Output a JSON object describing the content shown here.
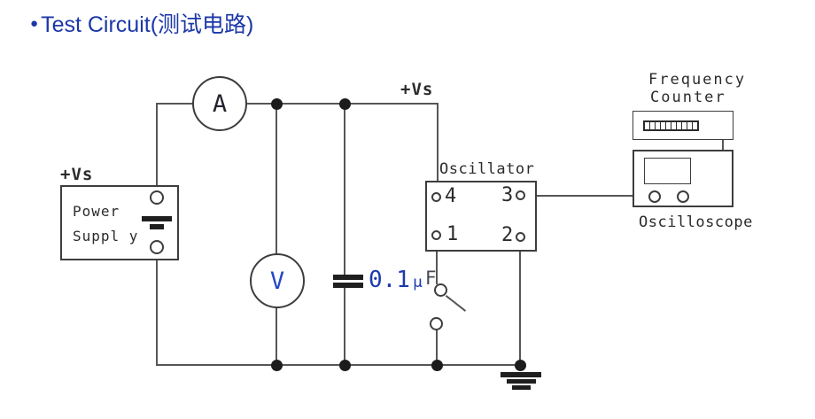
{
  "title": {
    "bullet": "●",
    "text": "Test Circuit(测试电路)"
  },
  "colors": {
    "accent_blue": "#1d3aae",
    "wire_gray": "#565656",
    "ink_black": "#1f1f1f"
  },
  "power_supply": {
    "vs_label": "+Vs",
    "name_line1": "Power",
    "name_line2": "Suppl y"
  },
  "rail": {
    "vs_label": "+Vs"
  },
  "meters": {
    "ammeter_label": "A",
    "voltmeter_label": "V"
  },
  "capacitor": {
    "value": "0.1",
    "mu": "μ",
    "unit": "F"
  },
  "oscillator": {
    "title": "Oscillator",
    "pin4": "4",
    "pin3": "3",
    "pin1": "1",
    "pin2": "2"
  },
  "frequency_counter": {
    "line1": "Frequency",
    "line2": "Counter"
  },
  "oscilloscope": {
    "label": "Oscilloscope"
  }
}
